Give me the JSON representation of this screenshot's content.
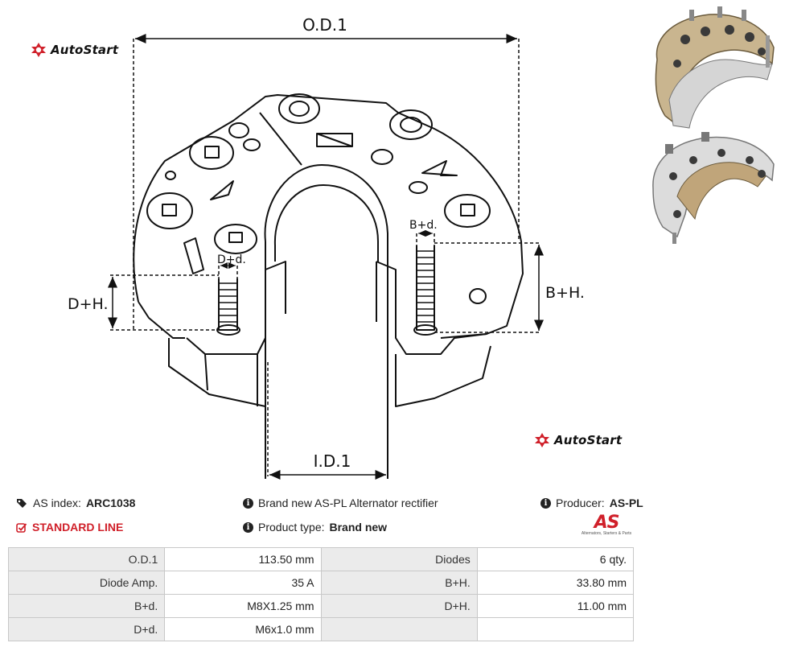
{
  "brand": {
    "logo_text": "AutoStart"
  },
  "diagram": {
    "labels": {
      "od1": "O.D.1",
      "id1": "I.D.1",
      "dh": "D+H.",
      "dd": "D+d.",
      "bh": "B+H.",
      "bd": "B+d."
    }
  },
  "info": {
    "as_index_label": "AS index:",
    "as_index_value": "ARC1038",
    "standard_line": "STANDARD LINE",
    "description": "Brand new AS-PL Alternator rectifier",
    "product_type_label": "Product type:",
    "product_type_value": "Brand new",
    "producer_label": "Producer:",
    "producer_value": "AS-PL",
    "producer_logo_text": "AS",
    "producer_logo_tagline": "Alternators, Starters & Parts"
  },
  "specs": [
    {
      "k1": "O.D.1",
      "v1": "113.50 mm",
      "k2": "Diodes",
      "v2": "6 qty."
    },
    {
      "k1": "Diode Amp.",
      "v1": "35 A",
      "k2": "B+H.",
      "v2": "33.80 mm"
    },
    {
      "k1": "B+d.",
      "v1": "M8X1.25 mm",
      "k2": "D+H.",
      "v2": "11.00 mm"
    },
    {
      "k1": "D+d.",
      "v1": "M6x1.0 mm",
      "k2": "",
      "v2": ""
    }
  ],
  "colors": {
    "accent_red": "#d0202a",
    "table_key_bg": "#ebebeb",
    "table_border": "#c8c8c8"
  }
}
